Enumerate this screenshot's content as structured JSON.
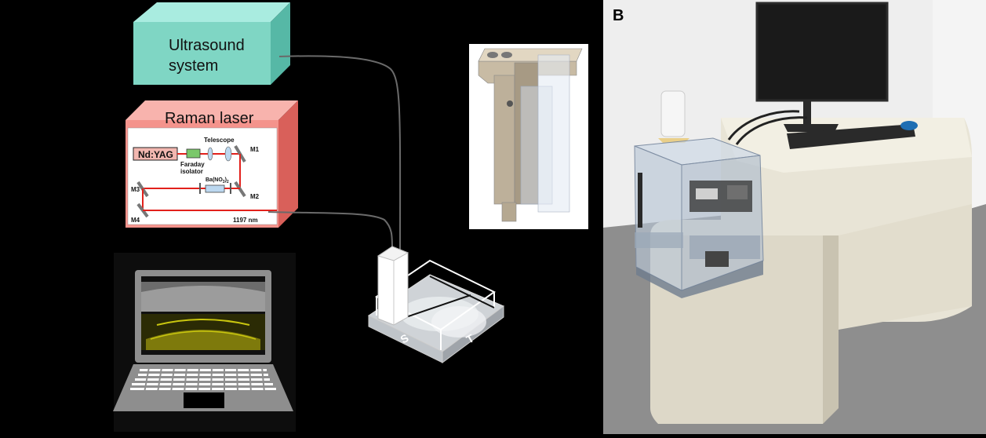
{
  "panel_b_label": "B",
  "ultrasound": {
    "title_line1": "Ultrasound",
    "title_line2": "system"
  },
  "laser": {
    "title": "Raman laser",
    "source": "Nd:YAG",
    "faraday_line1": "Faraday",
    "faraday_line2": "isolator",
    "telescope": "Telescope",
    "crystal": "Ba(NO",
    "crystal_sub1": "3",
    "crystal_mid": ")",
    "crystal_sub2": "2",
    "mirrors": [
      "M1",
      "M2",
      "M3",
      "M4"
    ],
    "wavelength": "1197 nm"
  },
  "phantom_letters": [
    "S",
    "T"
  ],
  "colors": {
    "ultrasound_box": "#7fd6c4",
    "laser_box": "#f4938c",
    "beam": "#e2211c",
    "screen_yellow": "#c9c60f"
  }
}
